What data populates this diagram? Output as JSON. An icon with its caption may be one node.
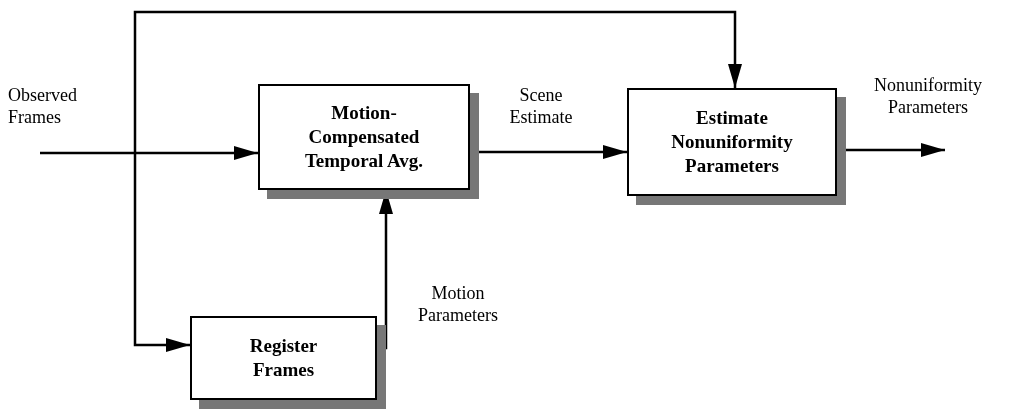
{
  "diagram": {
    "nodes": [
      {
        "text": [
          "Motion- Compensated Temporal Avg."
        ]
      },
      {
        "text": [
          "Estimate Nonuniformity Parameters"
        ]
      },
      {
        "text": [
          "Register Frames"
        ]
      }
    ],
    "edges": [
      {
        "from": null,
        "to": 0,
        "arrow": "to",
        "label": "Observed Frames"
      },
      {
        "from": null,
        "to": 1,
        "arrow": "to"
      },
      {
        "from": null,
        "to": 2,
        "arrow": "to"
      },
      {
        "from": 0,
        "to": 1,
        "arrow": "to",
        "label": "Scene Estimate"
      },
      {
        "from": 2,
        "to": 0,
        "arrow": "to",
        "label": "Motion Parameters"
      },
      {
        "from": 1,
        "to": null,
        "arrow": "to",
        "label": "Nonuniformity Parameters"
      }
    ]
  }
}
